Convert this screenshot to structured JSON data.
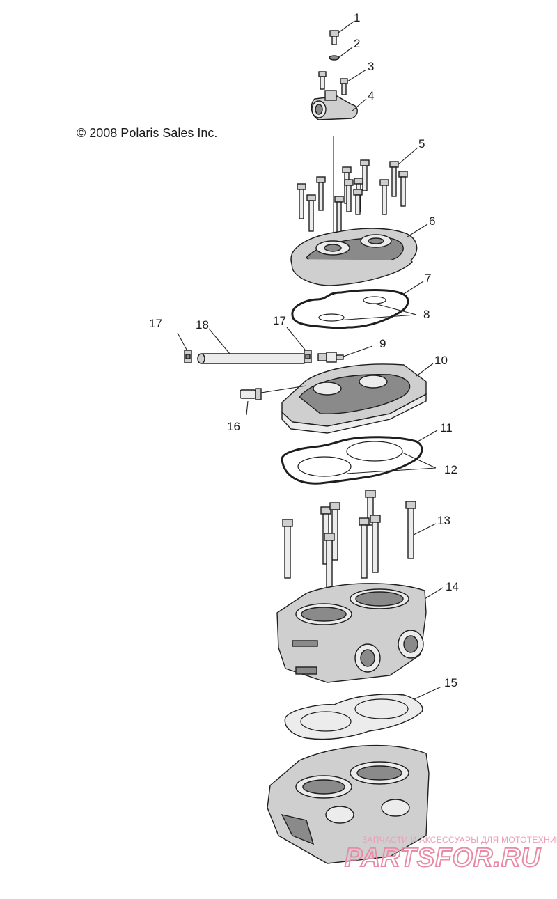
{
  "copyright": "© 2008 Polaris Sales Inc.",
  "callouts": [
    {
      "id": "c1",
      "text": "1"
    },
    {
      "id": "c2",
      "text": "2"
    },
    {
      "id": "c3",
      "text": "3"
    },
    {
      "id": "c4",
      "text": "4"
    },
    {
      "id": "c5",
      "text": "5"
    },
    {
      "id": "c6",
      "text": "6"
    },
    {
      "id": "c7",
      "text": "7"
    },
    {
      "id": "c8",
      "text": "8"
    },
    {
      "id": "c9",
      "text": "9"
    },
    {
      "id": "c10",
      "text": "10"
    },
    {
      "id": "c11",
      "text": "11"
    },
    {
      "id": "c12",
      "text": "12"
    },
    {
      "id": "c13",
      "text": "13"
    },
    {
      "id": "c14",
      "text": "14"
    },
    {
      "id": "c15",
      "text": "15"
    },
    {
      "id": "c16",
      "text": "16"
    },
    {
      "id": "c17a",
      "text": "17"
    },
    {
      "id": "c17b",
      "text": "17"
    },
    {
      "id": "c18",
      "text": "18"
    }
  ],
  "watermark": {
    "tagline": "ЗАПЧАСТИ И АКСЕССУАРЫ ДЛЯ МОТОТЕХНИКИ",
    "brand": "PARTSFOR.RU",
    "color": "#e98aa6"
  }
}
